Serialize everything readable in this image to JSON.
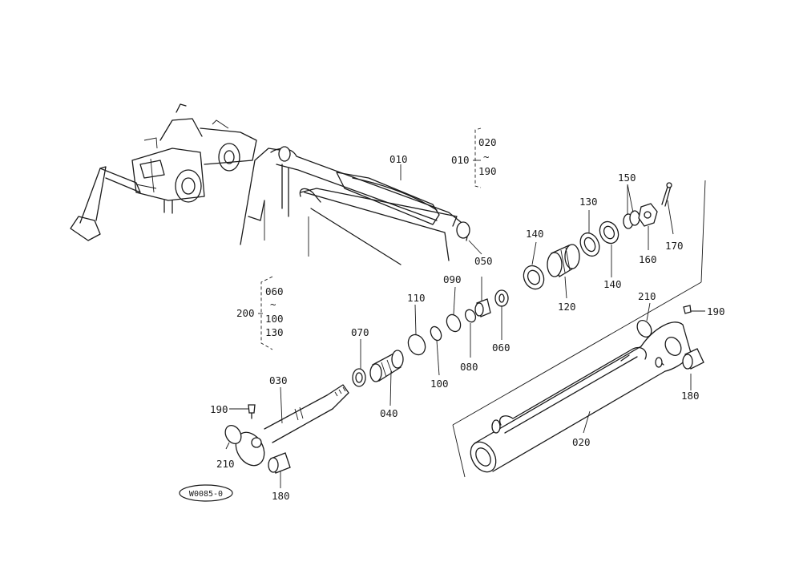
{
  "diagram": {
    "callouts": {
      "c010": "010",
      "c020": "020",
      "c030": "030",
      "c040": "040",
      "c050": "050",
      "c060": "060",
      "c070": "070",
      "c080": "080",
      "c090": "090",
      "c100": "100",
      "c110": "110",
      "c120": "120",
      "c130": "130",
      "c140a": "140",
      "c140b": "140",
      "c150": "150",
      "c160": "160",
      "c170": "170",
      "c180a": "180",
      "c180b": "180",
      "c190a": "190",
      "c190b": "190",
      "c210a": "210",
      "c210b": "210"
    },
    "group_010": {
      "id": "010",
      "from": "020",
      "range": "~",
      "to": "190"
    },
    "group_200": {
      "id": "200",
      "items": [
        "060",
        "~",
        "100",
        "130"
      ]
    },
    "drawing_number": "W0085-0"
  }
}
